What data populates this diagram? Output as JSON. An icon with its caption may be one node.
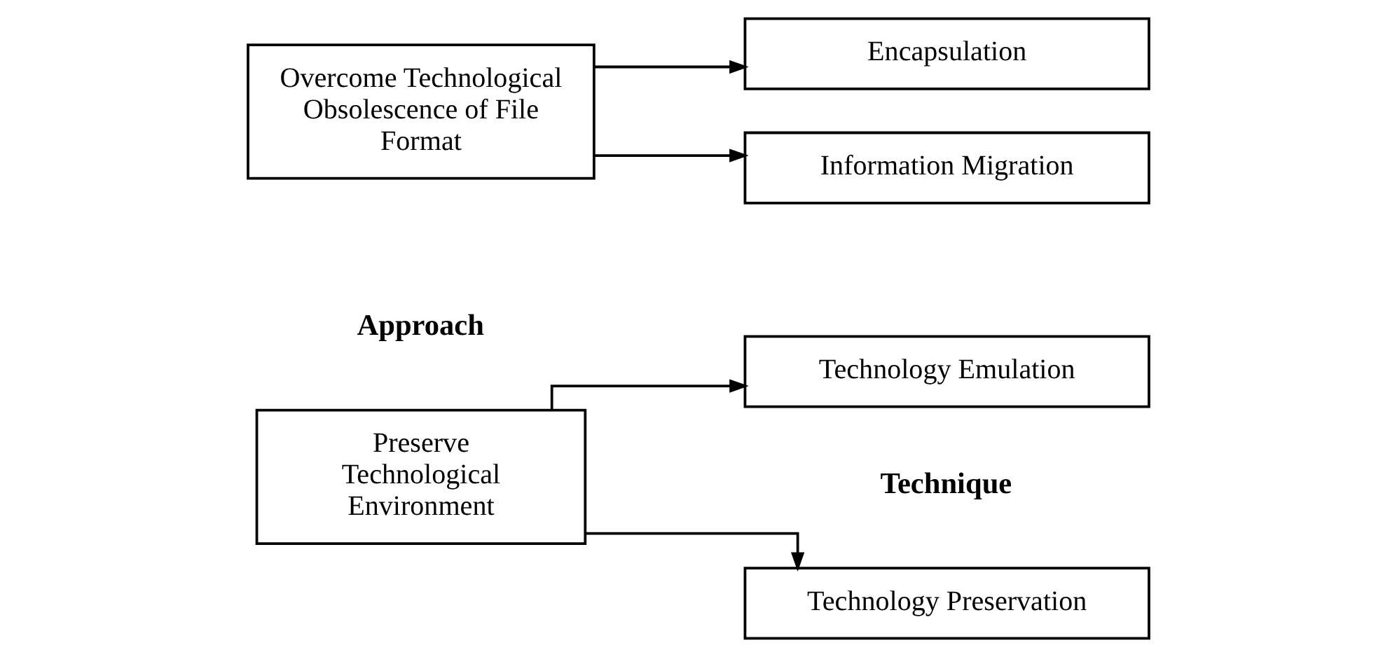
{
  "diagram": {
    "nodes": [
      {
        "text": [
          "Preserve Technological Environment"
        ]
      },
      {
        "text": [
          "Technology Preservation"
        ]
      },
      {
        "text": [
          "Technology Emulation"
        ]
      },
      {
        "text": [
          "Overcome Technological Obsolescence of File Format"
        ]
      },
      {
        "text": [
          "Encapsulation"
        ]
      },
      {
        "text": [
          "Information Migration"
        ]
      }
    ],
    "edges": [
      {
        "from": 0,
        "to": 1,
        "arrow": "to"
      },
      {
        "from": 0,
        "to": 2,
        "arrow": "to"
      },
      {
        "from": 3,
        "to": 4,
        "arrow": "to"
      },
      {
        "from": 3,
        "to": 5,
        "arrow": "to"
      }
    ],
    "labels": [
      "Approach",
      "Technique"
    ]
  }
}
